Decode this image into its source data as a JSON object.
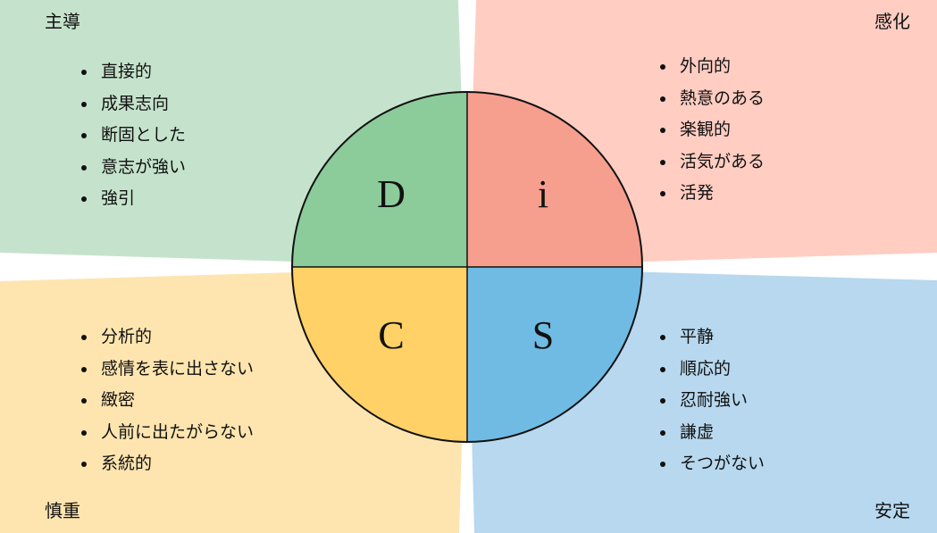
{
  "quadrants": {
    "D": {
      "title": "主導",
      "letter": "D",
      "traits": [
        "直接的",
        "成果志向",
        "断固とした",
        "意志が強い",
        "強引"
      ],
      "bg": "#c5e3cc",
      "fill": "#8ccb9a"
    },
    "i": {
      "title": "感化",
      "letter": "i",
      "traits": [
        "外向的",
        "熱意のある",
        "楽観的",
        "活気がある",
        "活発"
      ],
      "bg": "#ffcdc2",
      "fill": "#f79f8f"
    },
    "C": {
      "title": "慎重",
      "letter": "C",
      "traits": [
        "分析的",
        "感情を表に出さない",
        "緻密",
        "人前に出たがらない",
        "系統的"
      ],
      "bg": "#fee5b0",
      "fill": "#ffd166"
    },
    "S": {
      "title": "安定",
      "letter": "S",
      "traits": [
        "平静",
        "順応的",
        "忍耐強い",
        "謙虚",
        "そつがない"
      ],
      "bg": "#b7d8ee",
      "fill": "#6fbbe3"
    }
  }
}
